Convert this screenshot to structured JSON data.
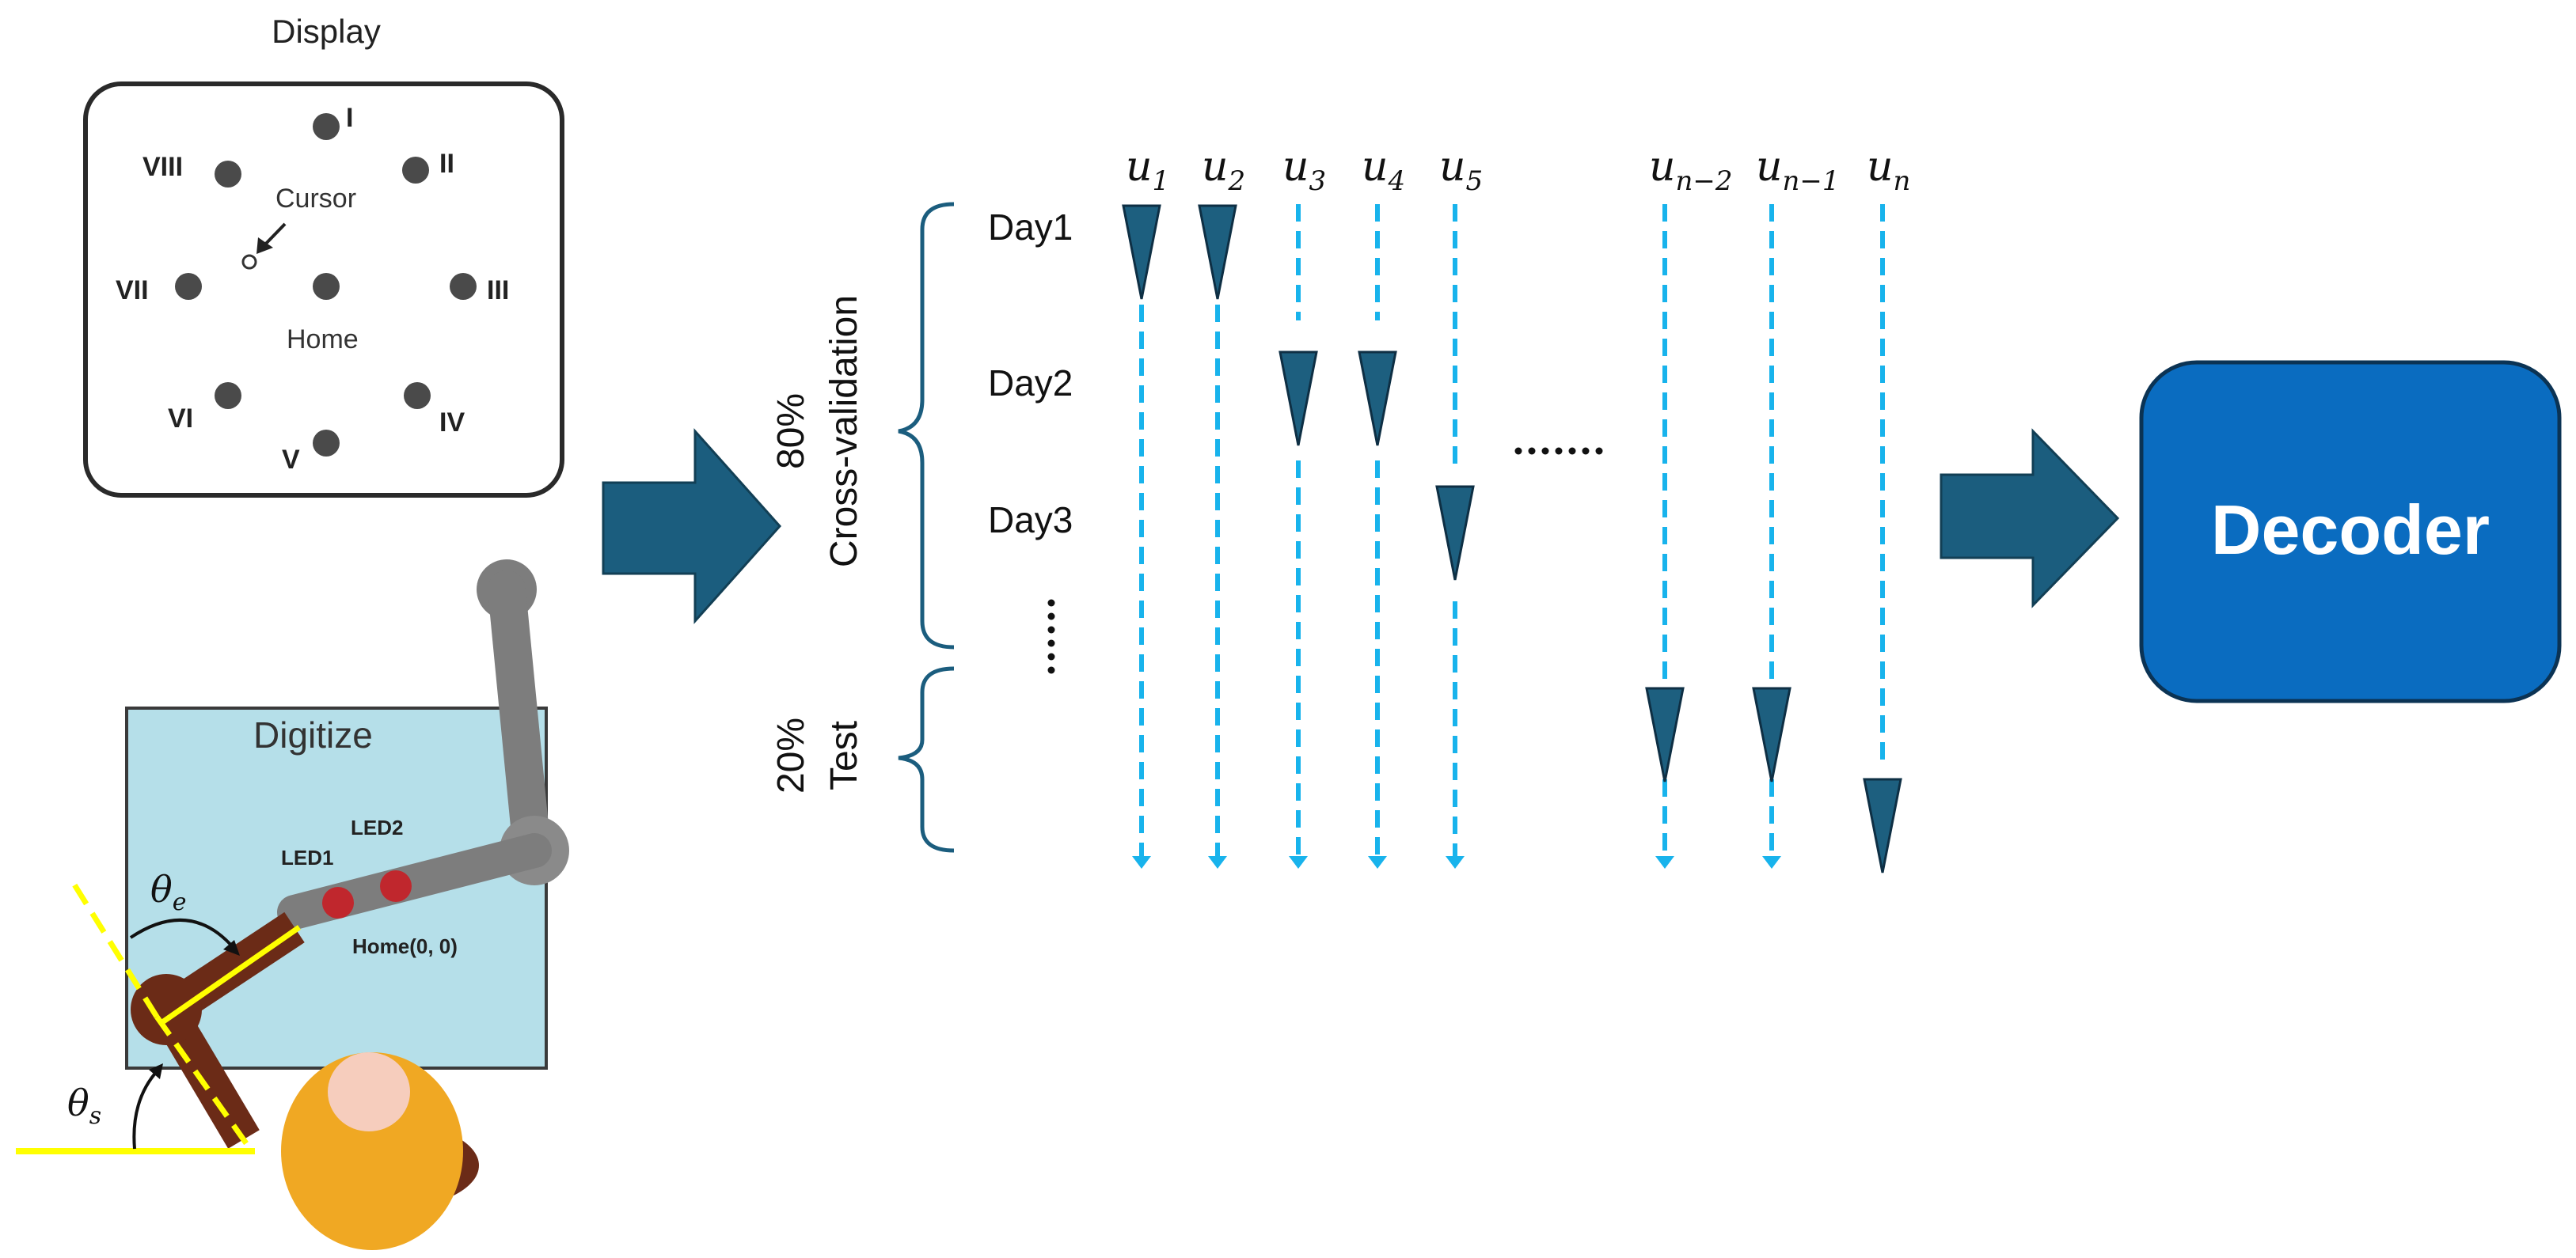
{
  "display": {
    "title": "Display",
    "targets": [
      "I",
      "II",
      "III",
      "IV",
      "V",
      "VI",
      "VII",
      "VIII"
    ],
    "cursor_label": "Cursor",
    "home_label": "Home"
  },
  "digitize": {
    "title": "Digitize",
    "led1": "LED1",
    "led2": "LED2",
    "home_coord": "Home(0, 0)",
    "theta_e": "θ",
    "theta_e_sub": "e",
    "theta_s": "θ",
    "theta_s_sub": "s"
  },
  "split": {
    "cv_percent": "80%",
    "cv_label": "Cross-validation",
    "test_percent": "20%",
    "test_label": "Test",
    "days": [
      "Day1",
      "Day2",
      "Day3"
    ],
    "vertical_ellipsis": "⋮",
    "horizontal_ellipsis": "……"
  },
  "units": [
    {
      "base": "u",
      "sub": "1"
    },
    {
      "base": "u",
      "sub": "2"
    },
    {
      "base": "u",
      "sub": "3"
    },
    {
      "base": "u",
      "sub": "4"
    },
    {
      "base": "u",
      "sub": "5"
    },
    {
      "base": "u",
      "sub": "n−2"
    },
    {
      "base": "u",
      "sub": "n−1"
    },
    {
      "base": "u",
      "sub": "n"
    }
  ],
  "decoder": {
    "label": "Decoder"
  },
  "colors": {
    "arrow_fill": "#1b5d7e",
    "marker_fill": "#1d5f7f",
    "dashed_line": "#18b3ec",
    "decoder_fill": "#0a6cc0",
    "digitize_bg": "#b5dfe9",
    "arm": "#6b2b17",
    "robot": "#7d7d7d",
    "angle_line": "#ffff00",
    "head": "#f0a823"
  }
}
